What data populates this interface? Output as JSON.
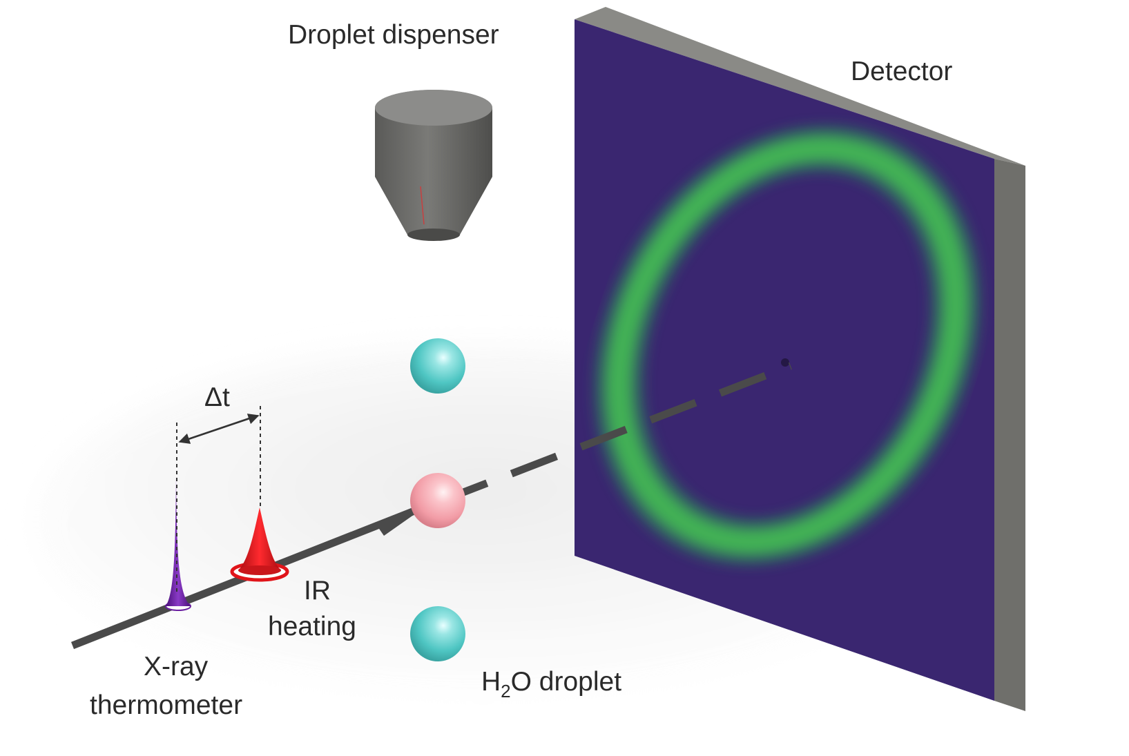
{
  "labels": {
    "dispenser": "Droplet dispenser",
    "detector": "Detector",
    "delta_t": "Δt",
    "ir_line1": "IR",
    "ir_line2": "heating",
    "xray_line1": "X-ray",
    "xray_line2": "thermometer",
    "droplet_prefix": "H",
    "droplet_subscript": "2",
    "droplet_suffix": "O droplet"
  },
  "colors": {
    "detector_face": "#3a2670",
    "detector_edge": "#6f6f6b",
    "ring": "#3fb84a",
    "beam": "#4a4a4a",
    "xray_pulse": "#6a1fa0",
    "ir_pulse": "#e0141a",
    "droplet_water": "#5fd3d0",
    "droplet_heated": "#f6a5ae",
    "dispenser": "#6b6b69"
  }
}
